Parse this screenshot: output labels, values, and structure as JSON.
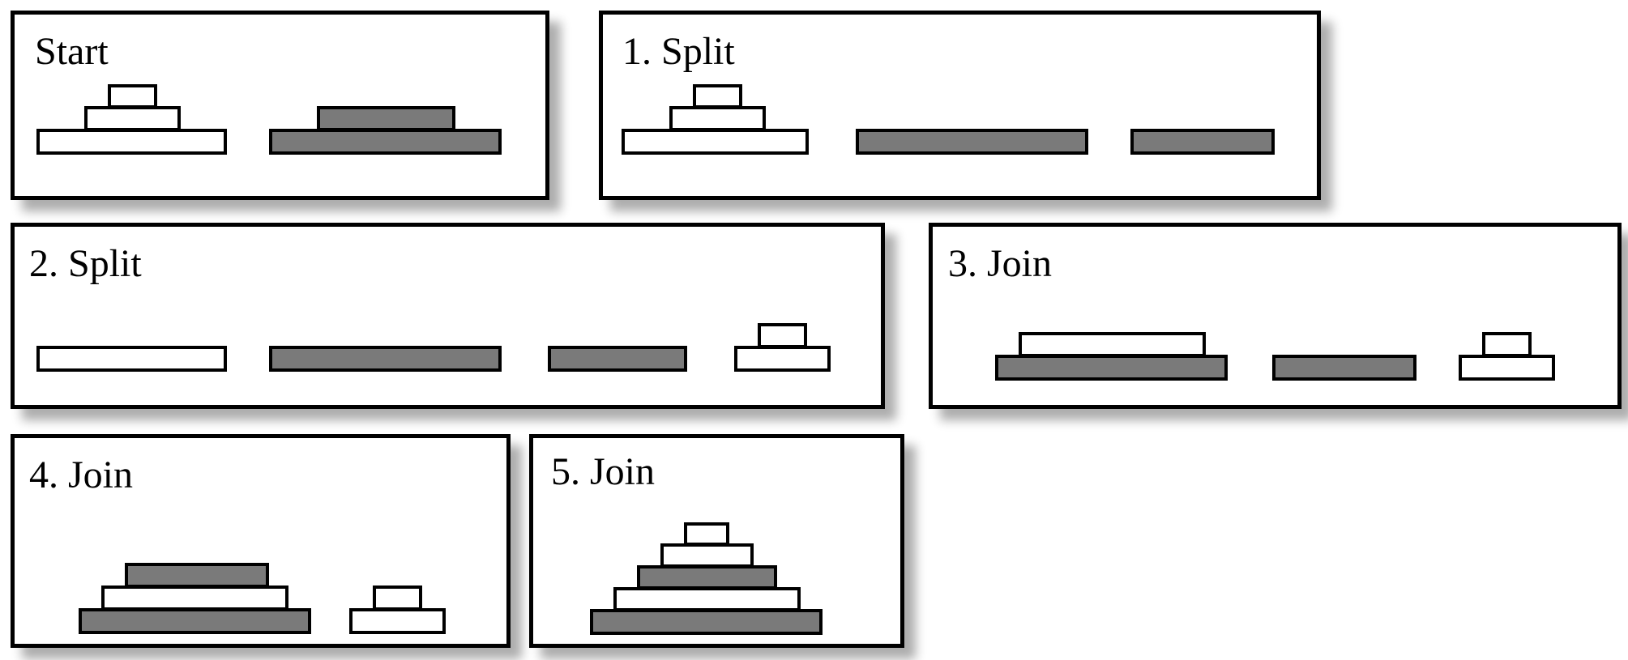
{
  "panels": [
    {
      "label": "Start"
    },
    {
      "label": "1. Split"
    },
    {
      "label": "2. Split"
    },
    {
      "label": "3. Join"
    },
    {
      "label": "4. Join"
    },
    {
      "label": "5. Join"
    }
  ],
  "colors": {
    "white_block": "#ffffff",
    "gray_block": "#7a7a7a",
    "outline": "#000000"
  }
}
